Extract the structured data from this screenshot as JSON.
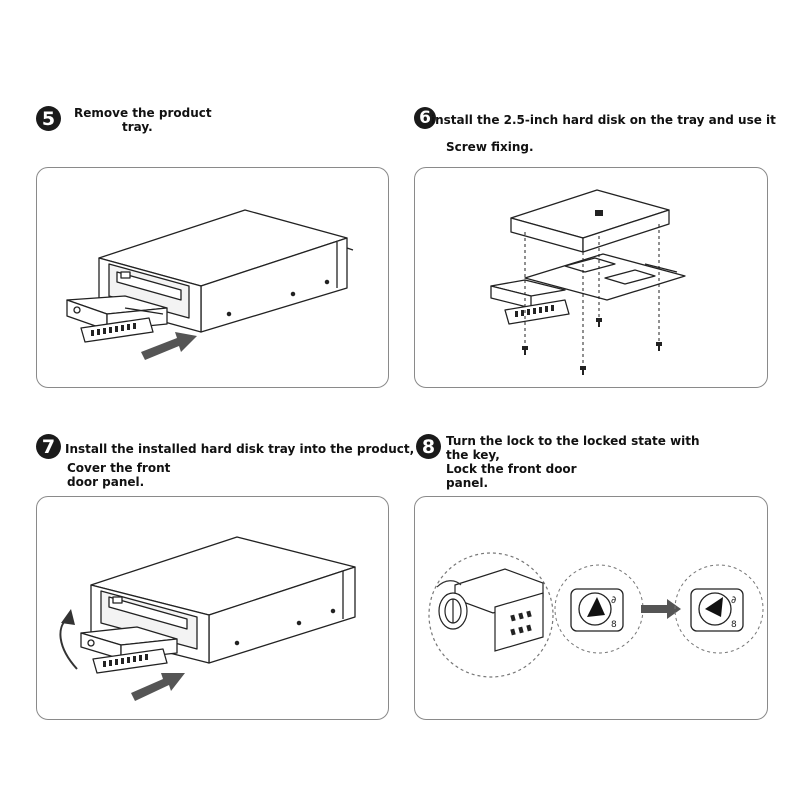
{
  "steps": [
    {
      "number": "5",
      "lines": [
        "Remove the product",
        "tray."
      ]
    },
    {
      "number": "6",
      "lines": [
        "install the 2.5-inch hard disk on the tray and use it",
        "Screw fixing."
      ]
    },
    {
      "number": "7",
      "lines": [
        "Install the installed hard disk tray into the product,",
        "Cover the front",
        "door panel."
      ]
    },
    {
      "number": "8",
      "lines": [
        "Turn the lock to the locked state with",
        "the key,",
        "Lock the front door",
        "panel."
      ]
    }
  ],
  "lock_marks": {
    "unlocked": "∂",
    "locked": "8"
  },
  "colors": {
    "badge": "#1a1a1a",
    "panel_border": "#8a8a8a",
    "arrow": "#555555",
    "line": "#222222"
  }
}
